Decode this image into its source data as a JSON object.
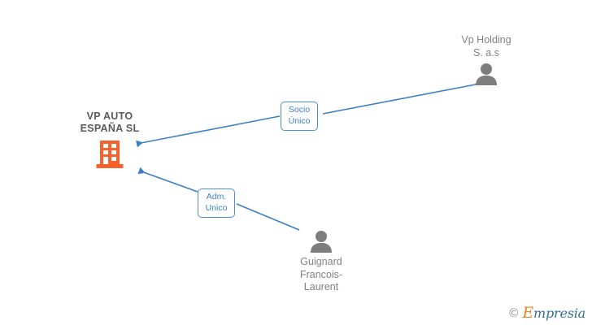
{
  "diagram": {
    "type": "corporate-relationship-graph",
    "background_color": "#ffffff",
    "company": {
      "name": "VP AUTO\nESPAÑA  SL",
      "icon": "building-icon",
      "icon_color": "#f9612c"
    },
    "persons": [
      {
        "id": "vp-holding",
        "name": "Vp Holding\nS. a.s",
        "icon": "person-icon",
        "icon_color": "#7d7d7d"
      },
      {
        "id": "guignard",
        "name": "Guignard\nFrancois-\n Laurent",
        "icon": "person-icon",
        "icon_color": "#7d7d7d"
      }
    ],
    "relations": [
      {
        "id": "socio-unico",
        "label": "Socio\nÚnico",
        "from": "vp-holding",
        "to": "company",
        "color": "#3b7fc4"
      },
      {
        "id": "adm-unico",
        "label": "Adm.\nUnico",
        "from": "guignard",
        "to": "company",
        "color": "#3b7fc4"
      }
    ],
    "edge_color": "#4a90d9"
  },
  "watermark": {
    "copyright": "©",
    "brand_initial": "E",
    "brand_rest": "mpresia"
  }
}
